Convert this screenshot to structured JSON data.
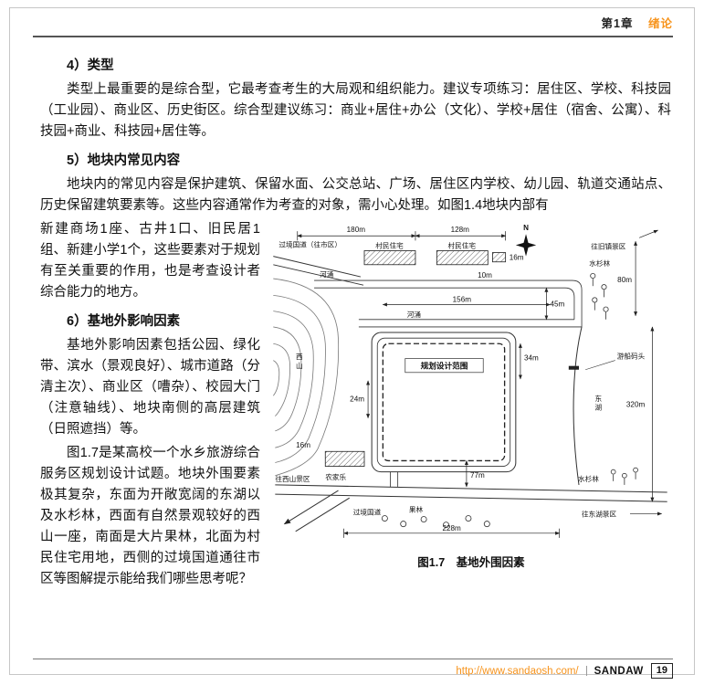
{
  "theme": {
    "accent": "#f7941d"
  },
  "header": {
    "chapter": "第1章",
    "section": "绪论"
  },
  "body": {
    "h4": "4）类型",
    "p4": "类型上最重要的是综合型，它最考查考生的大局观和组织能力。建议专项练习：居住区、学校、科技园（工业园）、商业区、历史街区。综合型建议练习：商业+居住+办公（文化）、学校+居住（宿舍、公寓）、科技园+商业、科技园+居住等。",
    "h5": "5）地块内常见内容",
    "p5a": "地块内的常见内容是保护建筑、保留水面、公交总站、广场、居住区内学校、幼儿园、轨道交通站点、历史保留建筑要素等。这些内容通常作为考查的对象，需小心处理。如图1.4地块内部有",
    "p5b": "新建商场1座、古井1口、旧民居1组、新建小学1个，这些要素对于规划有至关重要的作用，也是考查设计者综合能力的地方。",
    "h6": "6）基地外影响因素",
    "p6": "基地外影响因素包括公园、绿化带、滨水（景观良好）、城市道路（分清主次）、商业区（嘈杂）、校园大门（注意轴线）、地块南侧的高层建筑（日照遮挡）等。",
    "p7": "图1.7是某高校一个水乡旅游综合服务区规划设计试题。地块外围要素极其复杂，东面为开敞宽阔的东湖以及水杉林，西面有自然景观较好的西山一座，南面是大片果林，北面为村民住宅用地，西侧的过境国道通往市区等图解提示能给我们哪些思考呢？"
  },
  "figure": {
    "caption": "图1.7　基地外围因素",
    "labels": {
      "road_city": "过境国道（往市区）",
      "villager_a": "村民住宅",
      "villager_b": "村民住宅",
      "to_old_town": "往旧镇景区",
      "north": "N",
      "metasequoia_top": "水杉林",
      "river_a": "河涌",
      "river_b": "河涌",
      "west_mountain": "西山",
      "scope": "规划设计范围",
      "dock": "游船码头",
      "east_lake": "东湖",
      "farmstay": "农家乐",
      "to_west_mountain": "往西山景区",
      "road_bottom": "过境国道",
      "orchard": "果林",
      "metasequoia_bottom": "水杉林",
      "to_east_lake": "往东湖景区"
    },
    "dims": {
      "d180": "180m",
      "d128": "128m",
      "d16": "16m",
      "d16b": "16m",
      "d10": "10m",
      "d156": "156m",
      "d45": "45m",
      "d34": "34m",
      "d80": "80m",
      "d320": "320m",
      "d24": "24m",
      "d77": "77m",
      "d228": "228m"
    }
  },
  "footer": {
    "url": "http://www.sandaosh.com/",
    "brand": "SANDAW",
    "page": "19"
  }
}
